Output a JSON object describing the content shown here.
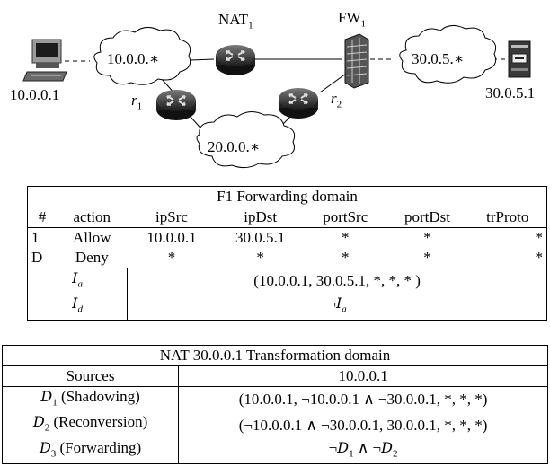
{
  "diagram": {
    "labels": {
      "nat": "NAT",
      "nat_sub": "1",
      "fw": "FW",
      "fw_sub": "1",
      "host_left": "10.0.0.1",
      "host_right": "30.0.5.1",
      "router1": "r",
      "router1_sub": "1",
      "router2": "r",
      "router2_sub": "2",
      "cloud_left": "10.0.0.∗",
      "cloud_right": "30.0.5.∗",
      "cloud_bottom": "20.0.0.∗"
    },
    "icons": [
      "computer-icon",
      "server-icon",
      "router-icon",
      "firewall-icon",
      "cloud-icon"
    ]
  },
  "table1": {
    "title": "F1 Forwarding domain",
    "columns": [
      "#",
      "action",
      "ipSrc",
      "ipDst",
      "portSrc",
      "portDst",
      "trProto"
    ],
    "rows": [
      [
        "1",
        "Allow",
        "10.0.0.1",
        "30.0.5.1",
        "*",
        "*",
        "*"
      ],
      [
        "D",
        "Deny",
        "*",
        "*",
        "*",
        "*",
        "*"
      ]
    ],
    "ia_label": "I",
    "ia_sub": "a",
    "ia_value": "(10.0.0.1, 30.0.5.1, *, *, * )",
    "id_label": "I",
    "id_sub": "d",
    "id_value_prefix": "¬",
    "id_value_sym": "I",
    "id_value_sub": "a"
  },
  "table2": {
    "title": "NAT 30.0.0.1 Transformation domain",
    "sources_label": "Sources",
    "sources_value": "10.0.0.1",
    "rows": [
      {
        "sym": "D",
        "sub": "1",
        "name": "(Shadowing)",
        "value": "(10.0.0.1, ¬10.0.0.1 ∧ ¬30.0.0.1, *, *, *)"
      },
      {
        "sym": "D",
        "sub": "2",
        "name": "(Reconversion)",
        "value": "(¬10.0.0.1 ∧ ¬30.0.0.1, 30.0.0.1, *, *, *)"
      },
      {
        "sym": "D",
        "sub": "3",
        "name": "(Forwarding)",
        "value_a": "¬",
        "value_b": "D",
        "value_b_sub": "1",
        "value_c": " ∧ ¬",
        "value_d": "D",
        "value_d_sub": "2"
      }
    ]
  }
}
